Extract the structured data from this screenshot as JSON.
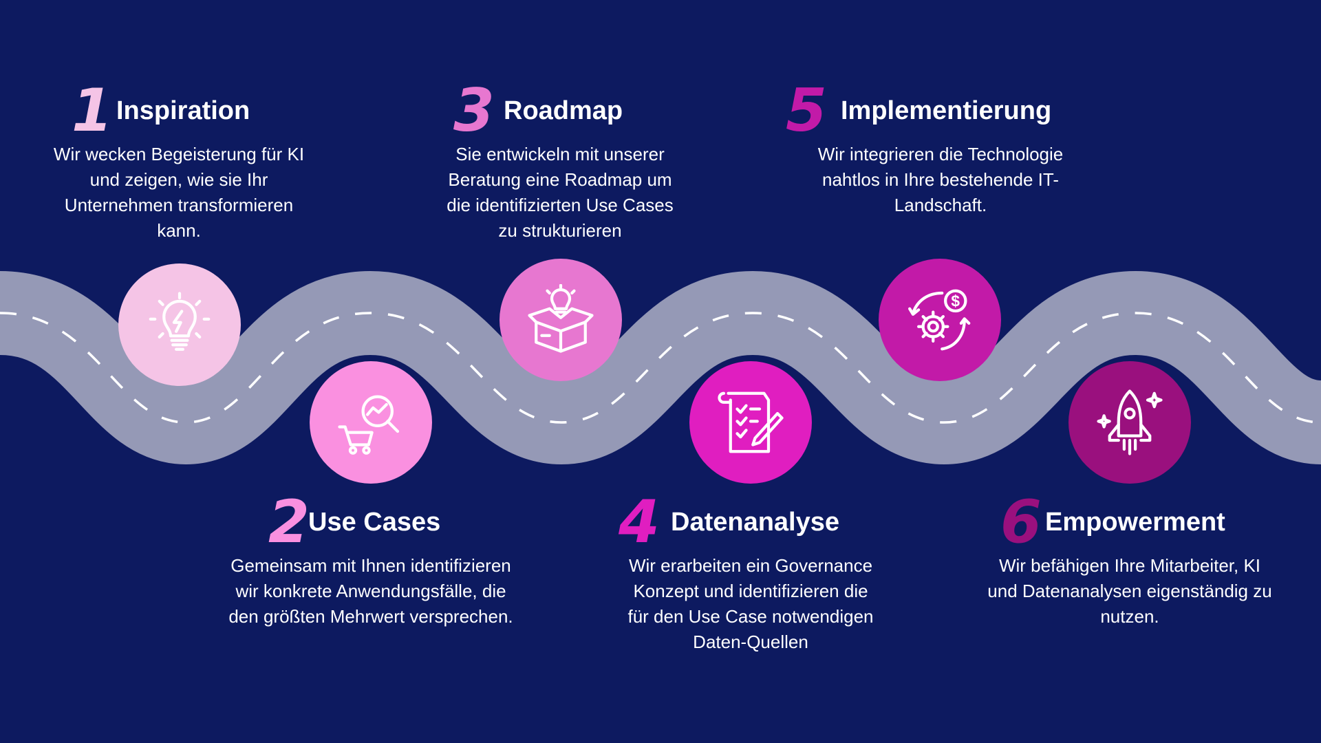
{
  "colors": {
    "background": "#0d1a60",
    "road": "#9599b6",
    "lane": "#ffffff",
    "step1": "#f5c4e6",
    "step2": "#fa90e0",
    "step3": "#e777d0",
    "step4": "#e01ec0",
    "step5": "#c21aa8",
    "step6": "#9a107e"
  },
  "steps": [
    {
      "number": "1",
      "title": "Inspiration",
      "description": "Wir wecken Begeisterung für KI und zeigen, wie sie Ihr Unternehmen transformieren kann.",
      "icon": "lightbulb-icon"
    },
    {
      "number": "2",
      "title": "Use Cases",
      "description": "Gemeinsam mit Ihnen identifizieren wir konkrete Anwendungsfälle, die den größten Mehrwert versprechen.",
      "icon": "cart-analytics-icon"
    },
    {
      "number": "3",
      "title": "Roadmap",
      "description": "Sie entwickeln mit unserer Beratung eine Roadmap um die identifizierten Use Cases zu strukturieren",
      "icon": "idea-box-icon"
    },
    {
      "number": "4",
      "title": "Datenanalyse",
      "description": "Wir erarbeiten ein Governance Konzept und identifizieren die für den Use Case notwendigen Daten-Quellen",
      "icon": "checklist-pen-icon"
    },
    {
      "number": "5",
      "title": "Implementierung",
      "description": "Wir integrieren die Technologie nahtlos in Ihre bestehende IT-Landschaft.",
      "icon": "gear-cycle-dollar-icon"
    },
    {
      "number": "6",
      "title": "Empowerment",
      "description": "Wir befähigen Ihre Mitarbeiter, KI und Datenanalysen eigenständig zu nutzen.",
      "icon": "rocket-icon"
    }
  ]
}
